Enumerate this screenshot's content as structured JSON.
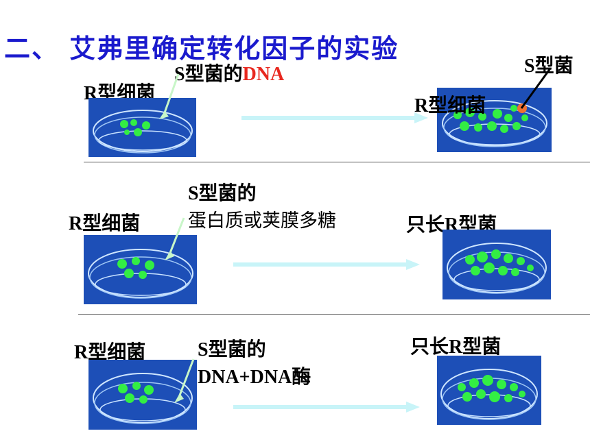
{
  "title": "二、 艾弗里确定转化因子的实验",
  "rows": [
    {
      "left_label": "R型细菌",
      "added_prefix": "S型菌的",
      "added_highlight": "DNA",
      "right_label": "R型细菌",
      "right_extra_label": "S型菌"
    },
    {
      "left_label": "R型细菌",
      "added_line1": "S型菌的",
      "added_line2": "蛋白质或荚膜多糖",
      "right_label": "只长R型菌"
    },
    {
      "left_label": "R型细菌",
      "added_line1": "S型菌的",
      "added_line2": "DNA+DNA酶",
      "right_label": "只长R型菌"
    }
  ],
  "colors": {
    "title": "#1a1acd",
    "highlight": "#e8281f",
    "dish_bg": "#1d4fb7",
    "colony": "#33ee44",
    "s_colony": "#f07030",
    "arrow": "#c8f4f8",
    "pointer": "#c8f6c8"
  }
}
